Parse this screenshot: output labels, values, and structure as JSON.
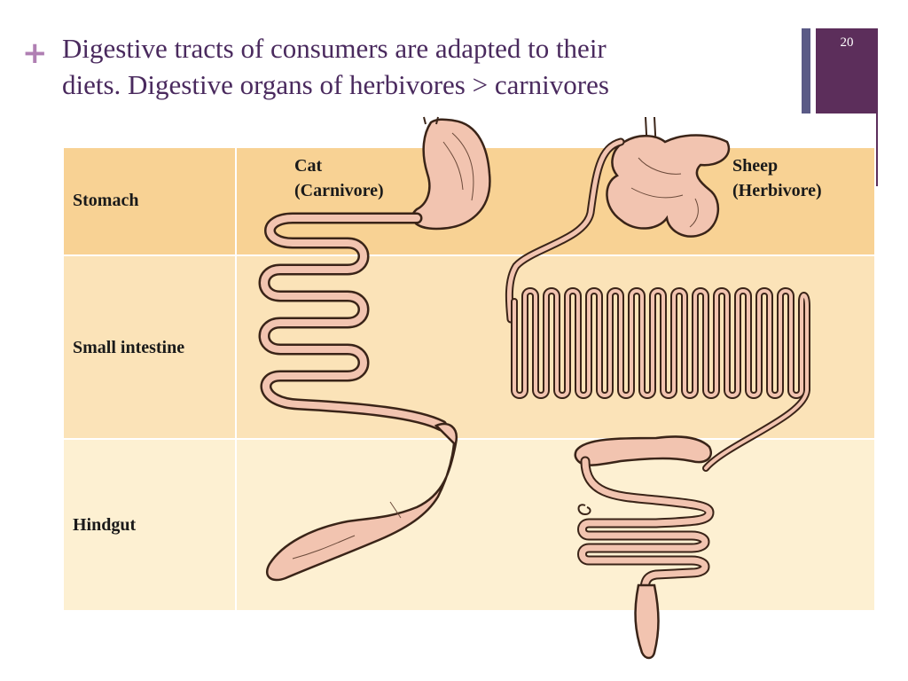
{
  "slide": {
    "bullet": "+",
    "title_line1": "Digestive tracts of consumers are adapted to their",
    "title_line2": "diets. Digestive organs of herbivores > carnivores",
    "slide_number": "20"
  },
  "figure": {
    "rows": [
      {
        "label": "Stomach",
        "color": "#f8d294"
      },
      {
        "label": "Small intestine",
        "color": "#fbe3b8"
      },
      {
        "label": "Hindgut",
        "color": "#fdf0d2"
      }
    ],
    "animals": [
      {
        "name_line1": "Cat",
        "name_line2": "(Carnivore)"
      },
      {
        "name_line1": "Sheep",
        "name_line2": "(Herbivore)"
      }
    ],
    "organ_color": "#f2c4b0",
    "outline_color": "#3a2418"
  }
}
